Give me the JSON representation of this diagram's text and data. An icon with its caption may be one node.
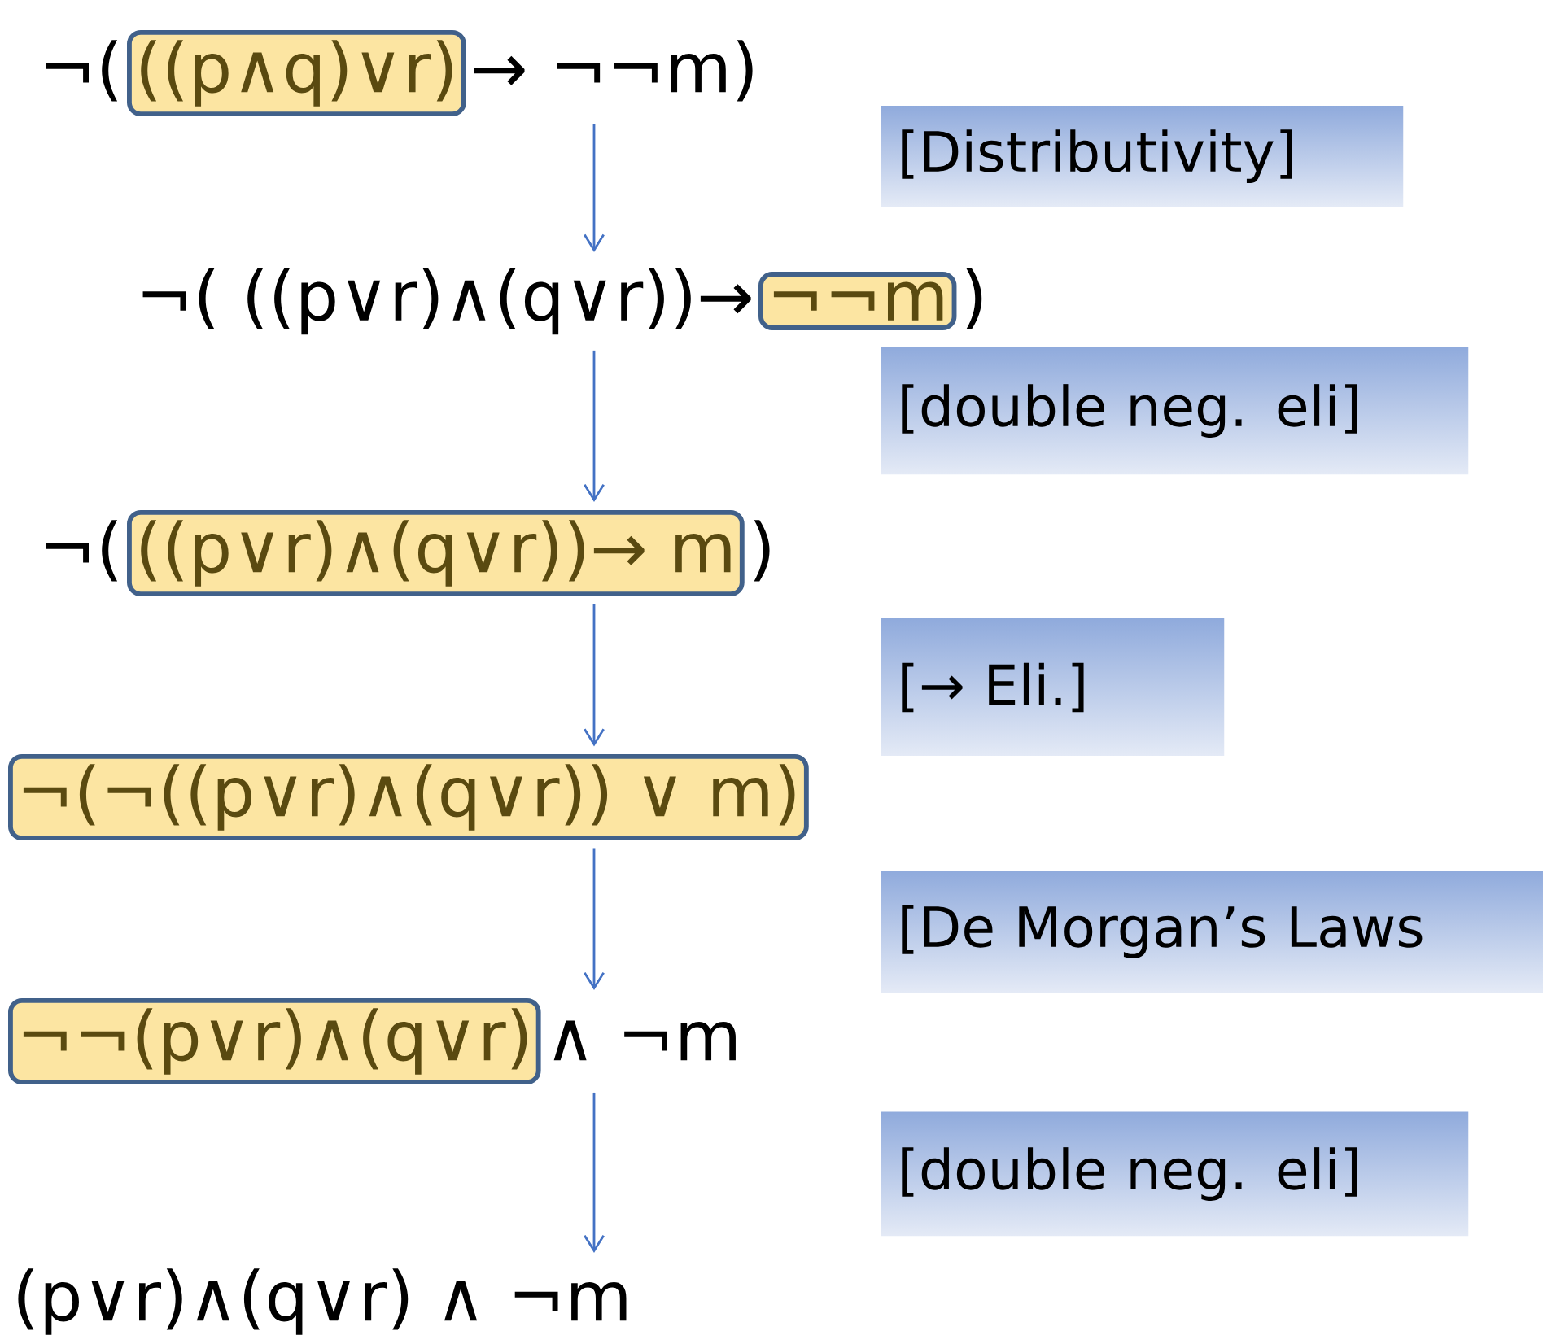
{
  "diagram": {
    "nodes": [
      {
        "text": [
          "¬(",
          "→ ¬¬m)"
        ]
      },
      {
        "text": [
          "((p∧q)∨r)"
        ],
        "in": 0
      },
      {
        "text": [
          "[Distributivity]"
        ]
      },
      {
        "text": [
          "¬( ((p∨r)∧(q∨r))→",
          ")"
        ]
      },
      {
        "text": [
          "¬¬m"
        ],
        "in": 3
      },
      {
        "text": [
          "[double neg. eli]"
        ]
      },
      {
        "text": [
          "¬(",
          ")"
        ]
      },
      {
        "text": [
          "((p∨r)∧(q∨r))→ m"
        ],
        "in": 6
      },
      {
        "text": [
          "[→ Eli.]"
        ]
      },
      {
        "text": [
          "¬(¬((p∨r)∧(q∨r)) ∨ m)"
        ]
      },
      {
        "text": [
          "[De Morgan’s Laws"
        ]
      },
      {
        "text": [
          "∧ ¬m"
        ]
      },
      {
        "text": [
          "¬¬(p∨r)∧(q∨r)"
        ],
        "in": 11
      },
      {
        "text": [
          "[double neg. eli]"
        ]
      },
      {
        "text": [
          "(p∨r)∧(q∨r) ∧ ¬m"
        ]
      }
    ],
    "edges": [
      {
        "from": 0,
        "to": 3,
        "arrow": "to"
      },
      {
        "from": 3,
        "to": 6,
        "arrow": "to"
      },
      {
        "from": 6,
        "to": 9,
        "arrow": "to"
      },
      {
        "from": 9,
        "to": 11,
        "arrow": "to"
      },
      {
        "from": 11,
        "to": 14,
        "arrow": "to"
      }
    ]
  }
}
